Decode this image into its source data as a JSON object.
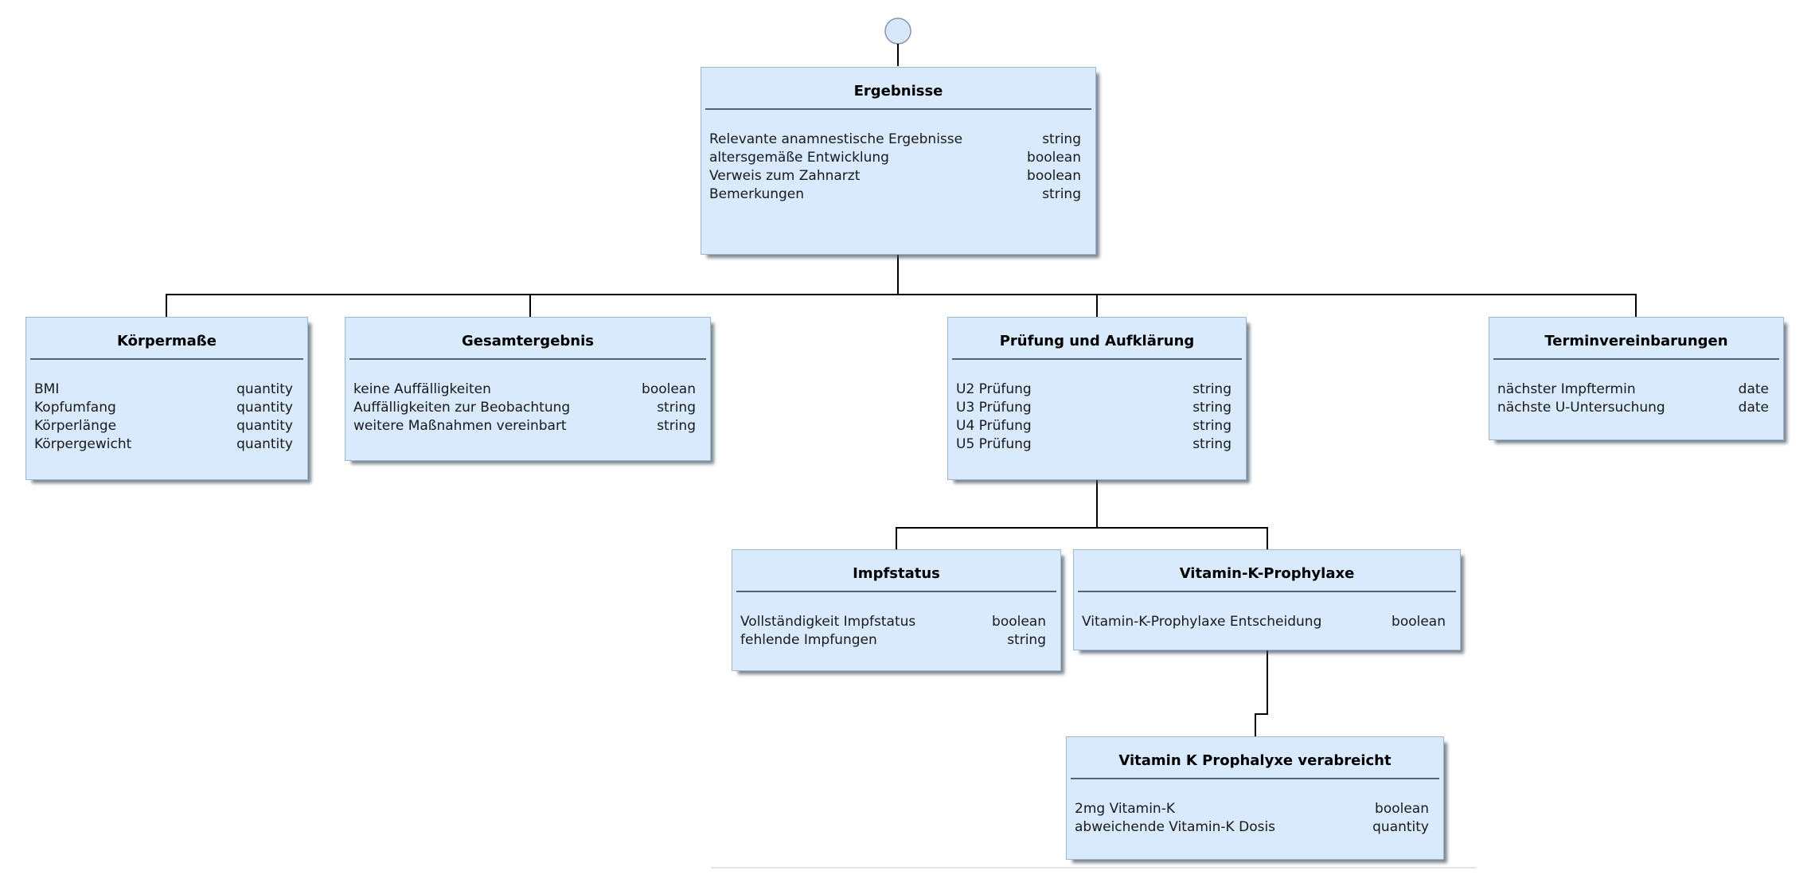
{
  "palette": {
    "node_fill": "#d9eafc",
    "node_border": "#a0b6ca",
    "title_separator": "#55646f",
    "connector": "#000000",
    "faint_edge_line": "#e4e4e4",
    "shadow": "rgba(66,82,98,0.70)",
    "text": "#17191d"
  },
  "start_node": {
    "shape": "circle"
  },
  "boxes": {
    "ergebnisse": {
      "title": "Ergebnisse",
      "fields": [
        {
          "name": "Relevante anamnestische Ergebnisse",
          "type": "string"
        },
        {
          "name": "altersgemäße Entwicklung",
          "type": "boolean"
        },
        {
          "name": "Verweis zum Zahnarzt",
          "type": "boolean"
        },
        {
          "name": "Bemerkungen",
          "type": "string"
        }
      ]
    },
    "koerpermasse": {
      "title": "Körpermaße",
      "fields": [
        {
          "name": "BMI",
          "type": "quantity"
        },
        {
          "name": "Kopfumfang",
          "type": "quantity"
        },
        {
          "name": "Körperlänge",
          "type": "quantity"
        },
        {
          "name": "Körpergewicht",
          "type": "quantity"
        }
      ]
    },
    "gesamtergebnis": {
      "title": "Gesamtergebnis",
      "fields": [
        {
          "name": "keine Auffälligkeiten",
          "type": "boolean"
        },
        {
          "name": "Auffälligkeiten zur Beobachtung",
          "type": "string"
        },
        {
          "name": "weitere Maßnahmen vereinbart",
          "type": "string"
        }
      ]
    },
    "pruefung": {
      "title": "Prüfung und Aufklärung",
      "fields": [
        {
          "name": "U2 Prüfung",
          "type": "string"
        },
        {
          "name": "U3 Prüfung",
          "type": "string"
        },
        {
          "name": "U4 Prüfung",
          "type": "string"
        },
        {
          "name": "U5 Prüfung",
          "type": "string"
        }
      ]
    },
    "terminvereinbarungen": {
      "title": "Terminvereinbarungen",
      "fields": [
        {
          "name": "nächster Impftermin",
          "type": "date"
        },
        {
          "name": "nächste U-Untersuchung",
          "type": "date"
        }
      ]
    },
    "impfstatus": {
      "title": "Impfstatus",
      "fields": [
        {
          "name": "Vollständigkeit Impfstatus",
          "type": "boolean"
        },
        {
          "name": "fehlende Impfungen",
          "type": "string"
        }
      ]
    },
    "vitamin_k_prophylaxe": {
      "title": "Vitamin-K-Prophylaxe",
      "fields": [
        {
          "name": "Vitamin-K-Prophylaxe Entscheidung",
          "type": "boolean"
        }
      ]
    },
    "vitamin_k_verabreicht": {
      "title": "Vitamin K Prophalyxe verabreicht",
      "fields": [
        {
          "name": "2mg Vitamin-K",
          "type": "boolean"
        },
        {
          "name": "abweichende Vitamin-K Dosis",
          "type": "quantity"
        }
      ]
    }
  }
}
